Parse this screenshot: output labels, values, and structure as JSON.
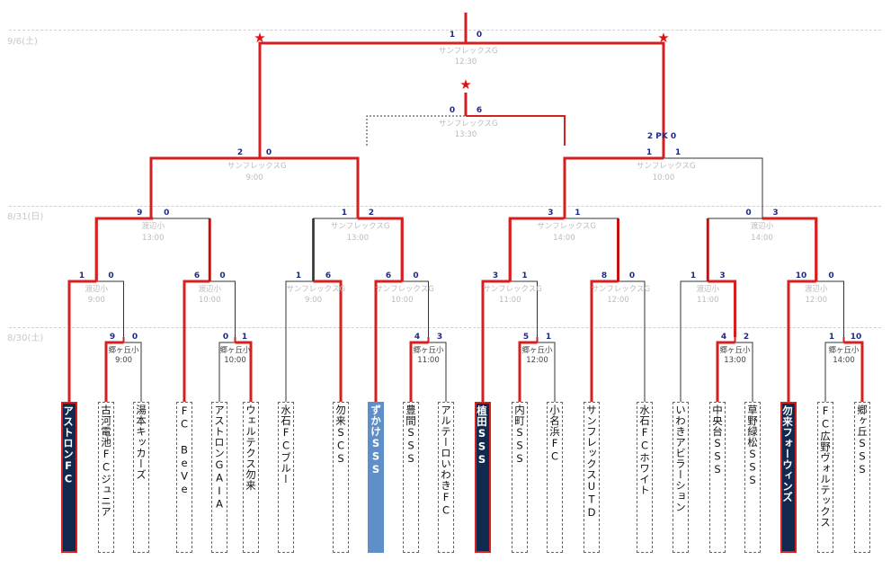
{
  "dates": {
    "final_day": "9/6(土)",
    "mid_day": "8/31(日)",
    "first_day": "8/30(土)"
  },
  "teams": [
    "アストロンFC",
    "古河電池FCジュニア",
    "湯本キッカーズ",
    "FC BeVe",
    "アストロンGAIA",
    "ウェルテクス勿来",
    "水石FCブルー",
    "勿来SCS",
    "ずかけSSS",
    "豊間SSS",
    "アルテーロいわきFC",
    "植田SSS",
    "内町SSS",
    "小名浜FC",
    "サンフレックスUTD",
    "水石FCホワイト",
    "いわきアビラーション",
    "中央台SSS",
    "草野緑松SSS",
    "勿来フォーウィンズ",
    "FC広野ヴォルテックス",
    "郷ヶ丘SSS"
  ],
  "team_styles": {
    "0": "navy",
    "8": "blue",
    "11": "navy",
    "19": "navy"
  },
  "matches_r0": [
    {
      "venue": "郷ヶ丘小",
      "time": "9:00",
      "s1": "9",
      "s2": "0"
    },
    {
      "venue": "郷ヶ丘小",
      "time": "10:00",
      "s1": "0",
      "s2": "1"
    },
    {
      "venue": "郷ヶ丘小",
      "time": "11:00",
      "s1": "4",
      "s2": "3"
    },
    {
      "venue": "郷ヶ丘小",
      "time": "12:00",
      "s1": "5",
      "s2": "1"
    },
    {
      "venue": "郷ヶ丘小",
      "time": "13:00",
      "s1": "4",
      "s2": "2"
    },
    {
      "venue": "郷ヶ丘小",
      "time": "14:00",
      "s1": "1",
      "s2": "10"
    }
  ],
  "matches_r1": [
    {
      "venue": "渡辺小",
      "time": "9:00",
      "s1": "1",
      "s2": "0"
    },
    {
      "venue": "渡辺小",
      "time": "10:00",
      "s1": "6",
      "s2": "0"
    },
    {
      "venue": "サンフレックスG",
      "time": "9:00",
      "s1": "1",
      "s2": "6"
    },
    {
      "venue": "サンフレックスG",
      "time": "10:00",
      "s1": "6",
      "s2": "0"
    },
    {
      "venue": "サンフレックスG",
      "time": "11:00",
      "s1": "3",
      "s2": "1"
    },
    {
      "venue": "サンフレックスG",
      "time": "12:00",
      "s1": "8",
      "s2": "0"
    },
    {
      "venue": "渡辺小",
      "time": "11:00",
      "s1": "1",
      "s2": "3"
    },
    {
      "venue": "渡辺小",
      "time": "12:00",
      "s1": "10",
      "s2": "0"
    }
  ],
  "matches_r2": [
    {
      "venue": "渡辺小",
      "time": "13:00",
      "s1": "9",
      "s2": "0"
    },
    {
      "venue": "サンフレックスG",
      "time": "13:00",
      "s1": "1",
      "s2": "2"
    },
    {
      "venue": "サンフレックスG",
      "time": "14:00",
      "s1": "3",
      "s2": "1"
    },
    {
      "venue": "渡辺小",
      "time": "14:00",
      "s1": "0",
      "s2": "3"
    }
  ],
  "matches_r3": [
    {
      "venue": "サンフレックスG",
      "time": "9:00",
      "s1": "2",
      "s2": "0"
    },
    {
      "venue": "サンフレックスG",
      "time": "10:00",
      "s1": "1",
      "s2": "1",
      "pk": "2 PK 0"
    }
  ],
  "third_place": {
    "venue": "サンフレックスG",
    "time": "13:30",
    "s1": "0",
    "s2": "6"
  },
  "final": {
    "venue": "サンフレックスG",
    "time": "12:30",
    "s1": "1",
    "s2": "0"
  },
  "colors": {
    "win_line": "#d62020",
    "lose_line": "#333333",
    "navy": "#0f2a4e",
    "blue": "#5f8fc8",
    "score": "#1d2a8a"
  }
}
